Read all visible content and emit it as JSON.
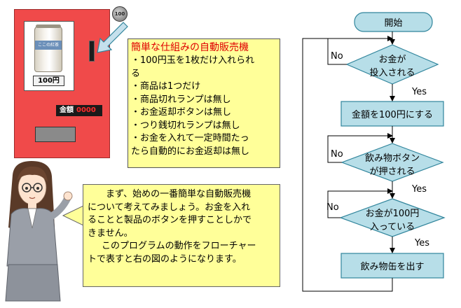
{
  "vending_machine": {
    "price_label": "100円",
    "can_label": "ここの紅茶",
    "amount_label": "金額",
    "amount_value": "0000",
    "coin_label": "100"
  },
  "spec_note": {
    "title": "簡単な仕組みの自動販売機",
    "lines": [
      "・100円玉を1枚だけ入れられ",
      "る",
      "・商品は1つだけ",
      "・商品切れランプは無し",
      "・お金返却ボタンは無し",
      "・つり銭切れランプは無し",
      "・お金を入れて一定時間たっ",
      "たら自動的にお金返却は無し"
    ]
  },
  "speech_bubble": {
    "lines": [
      "まず、始めの一番簡単な自動販売機",
      "について考えてみましょう。お金を入れ",
      "ることと製品のボタンを押すことしかで",
      "きません。",
      "このプログラムの動作をフローチャー",
      "トで表すと右の図のようになります。"
    ]
  },
  "flowchart": {
    "start": "開始",
    "decision1": [
      "お金が",
      "投入される"
    ],
    "process1": "金額を100円にする",
    "decision2": [
      "飲み物ボタン",
      "が押される"
    ],
    "decision3": [
      "お金が100円",
      "入っている"
    ],
    "process2": "飲み物缶を出す",
    "yes_label": "Yes",
    "no_label": "No"
  },
  "colors": {
    "flow_fill": "#b7dee8",
    "flow_stroke": "#31859c",
    "note_fill": "#ffff99",
    "machine_red": "#f04a4a",
    "arrow": "#000000"
  }
}
